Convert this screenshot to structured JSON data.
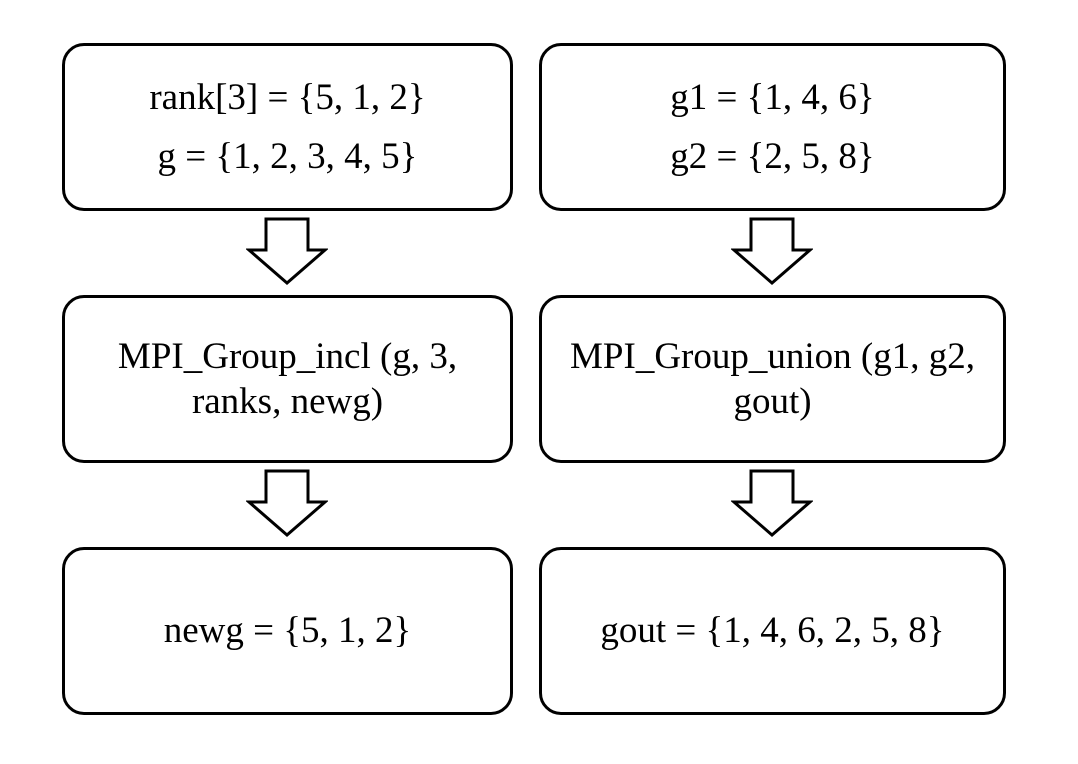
{
  "left_column": {
    "input_box": {
      "line1": "rank[3] = {5, 1, 2}",
      "line2": "g = {1, 2, 3, 4, 5}"
    },
    "operation_box": {
      "line1": "MPI_Group_incl (g, 3,",
      "line2": "ranks, newg)"
    },
    "result_box": {
      "line1": "newg = {5, 1, 2}"
    }
  },
  "right_column": {
    "input_box": {
      "line1": "g1 = {1, 4, 6}",
      "line2": "g2 = {2, 5, 8}"
    },
    "operation_box": {
      "line1": "MPI_Group_union (g1, g2,",
      "line2": "gout)"
    },
    "result_box": {
      "line1": "gout = {1, 4, 6, 2, 5, 8}"
    }
  },
  "colors": {
    "stroke": "#000000",
    "fill": "#ffffff",
    "text": "#000000"
  },
  "icons": {
    "flow_arrow": "hollow-down-arrow-icon"
  }
}
